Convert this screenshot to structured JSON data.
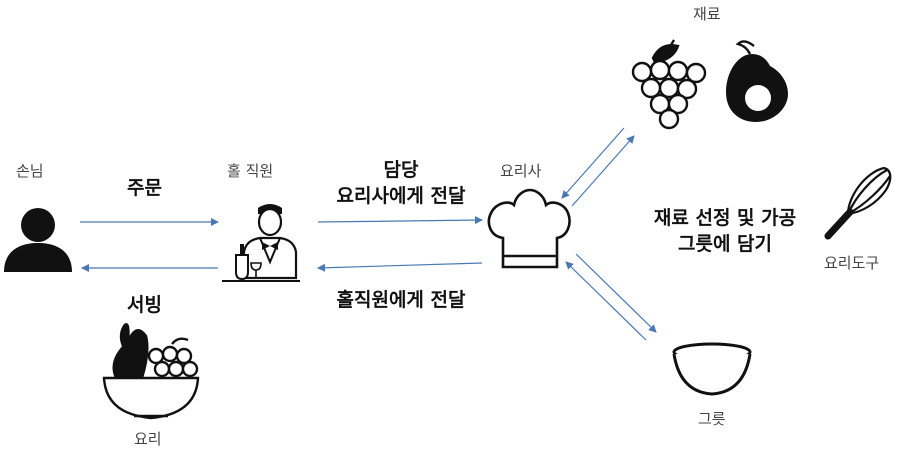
{
  "nodes": {
    "customer": "손님",
    "hall_staff": "홀 직원",
    "chef": "요리사",
    "ingredients": "재료",
    "tools": "요리도구",
    "bowl": "그릇",
    "dish": "요리"
  },
  "edges": {
    "order": "주문",
    "serving": "서빙",
    "to_chef_line1": "담당",
    "to_chef_line2": "요리사에게 전달",
    "to_hall": "홀직원에게 전달"
  },
  "process": {
    "line1": "재료 선정 및 가공",
    "line2": "그릇에 담기"
  },
  "colors": {
    "arrow": "#4a78b5",
    "icon": "#111111"
  },
  "icons": {
    "customer": "person-icon",
    "hall_staff": "waiter-icon",
    "chef": "chef-hat-icon",
    "ingredients": [
      "grapes-icon",
      "avocado-icon"
    ],
    "tools": "whisk-icon",
    "bowl": "bowl-icon",
    "dish": "fruit-bowl-icon"
  }
}
